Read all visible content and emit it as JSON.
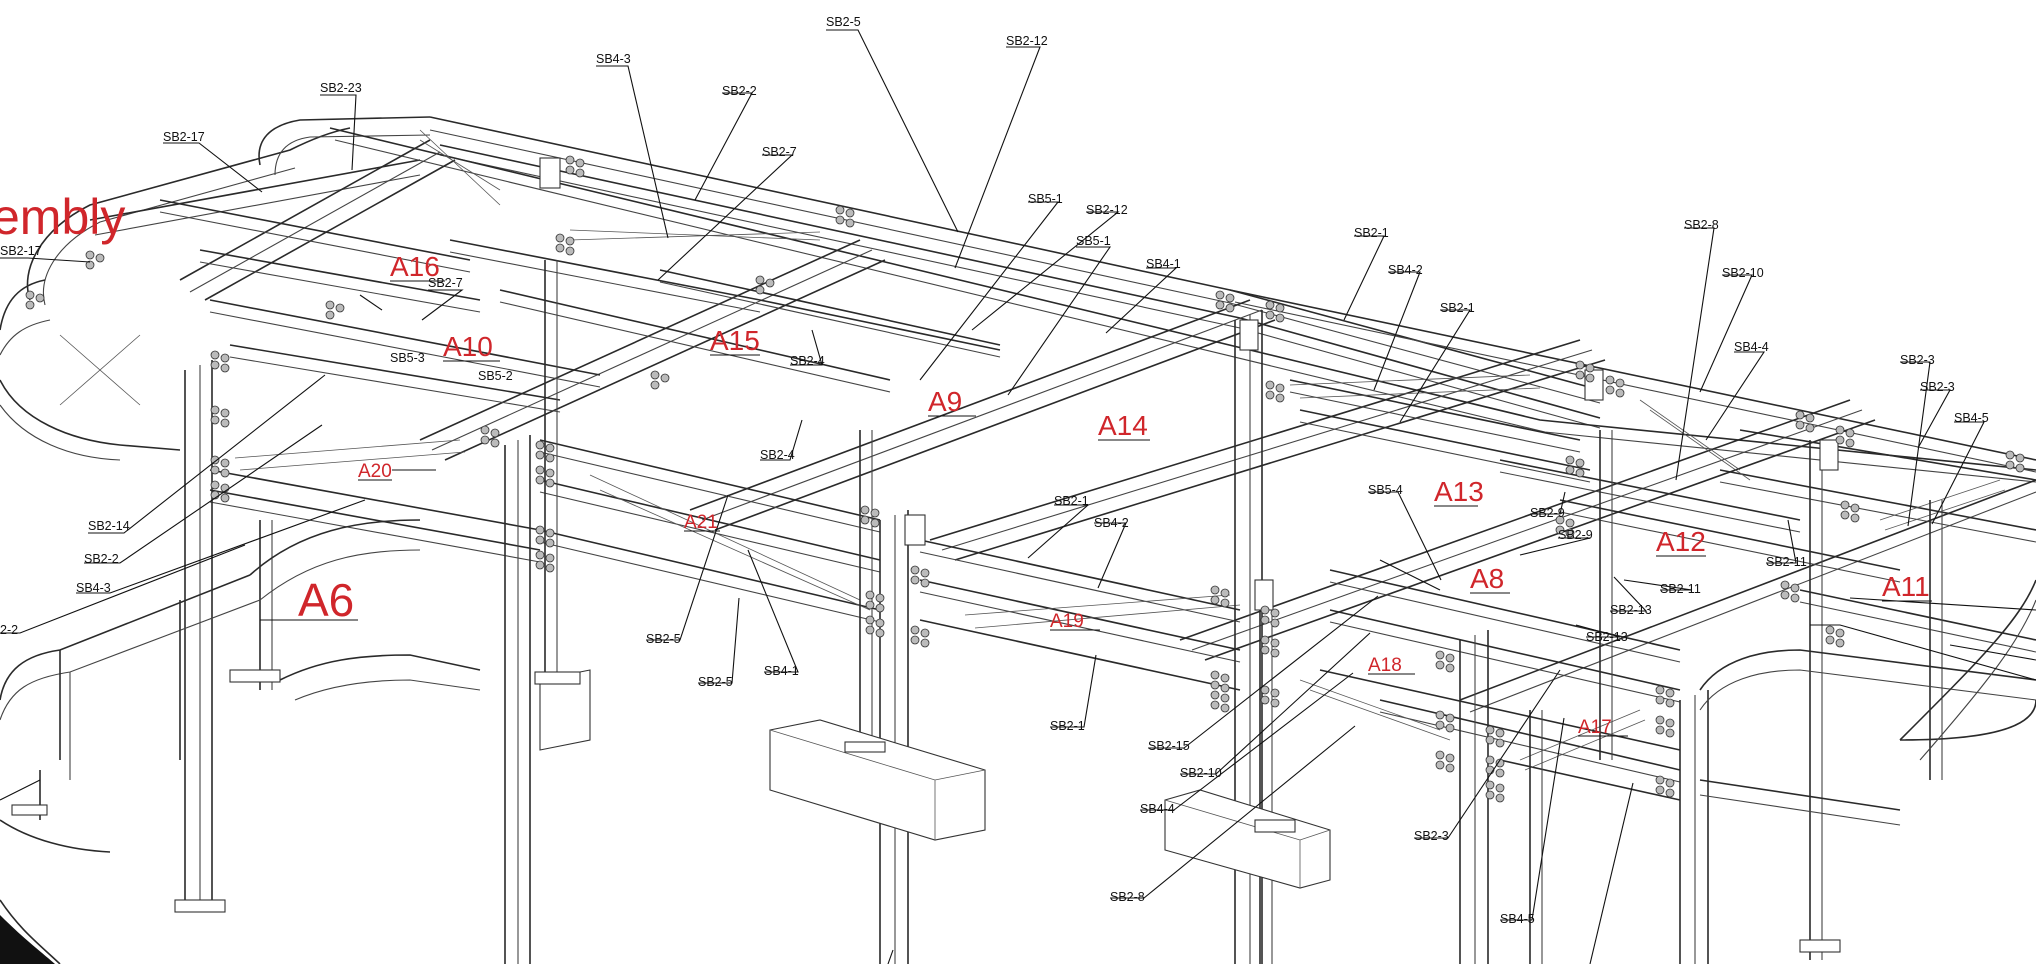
{
  "title_fragment": "embly",
  "colors": {
    "assembly_label": "#d0262b",
    "part_label": "#111111",
    "linework": "#2a2a2a",
    "background": "#ffffff"
  },
  "assembly_labels": [
    "A6",
    "A8",
    "A9",
    "A10",
    "A11",
    "A12",
    "A13",
    "A14",
    "A15",
    "A16",
    "A17",
    "A18",
    "A19",
    "A20",
    "A21"
  ],
  "part_labels": [
    "SB2-5",
    "SB2-12",
    "SB4-3",
    "SB2-2",
    "SB2-23",
    "SB2-7",
    "SB2-17",
    "SB2-17",
    "SB2-7",
    "SB5-3",
    "SB5-2",
    "SB5-1",
    "SB2-12",
    "SB5-1",
    "SB4-1",
    "SB2-1",
    "SB4-2",
    "SB2-1",
    "SB2-8",
    "SB2-10",
    "SB4-4",
    "SB2-3",
    "SB2-3",
    "SB4-5",
    "SB2-4",
    "SB2-4",
    "SB2-14",
    "SB2-2",
    "SB4-3",
    "2-2",
    "SB2-5",
    "SB2-5",
    "SB4-1",
    "SB2-1",
    "SB4-2",
    "SB2-1",
    "SB5-4",
    "SB2-9",
    "SB2-9",
    "SB2-11",
    "SB2-11",
    "SB2-13",
    "SB2-13",
    "SB2-15",
    "SB2-10",
    "SB4-4",
    "SB2-8",
    "SB2-3",
    "SB4-5"
  ]
}
